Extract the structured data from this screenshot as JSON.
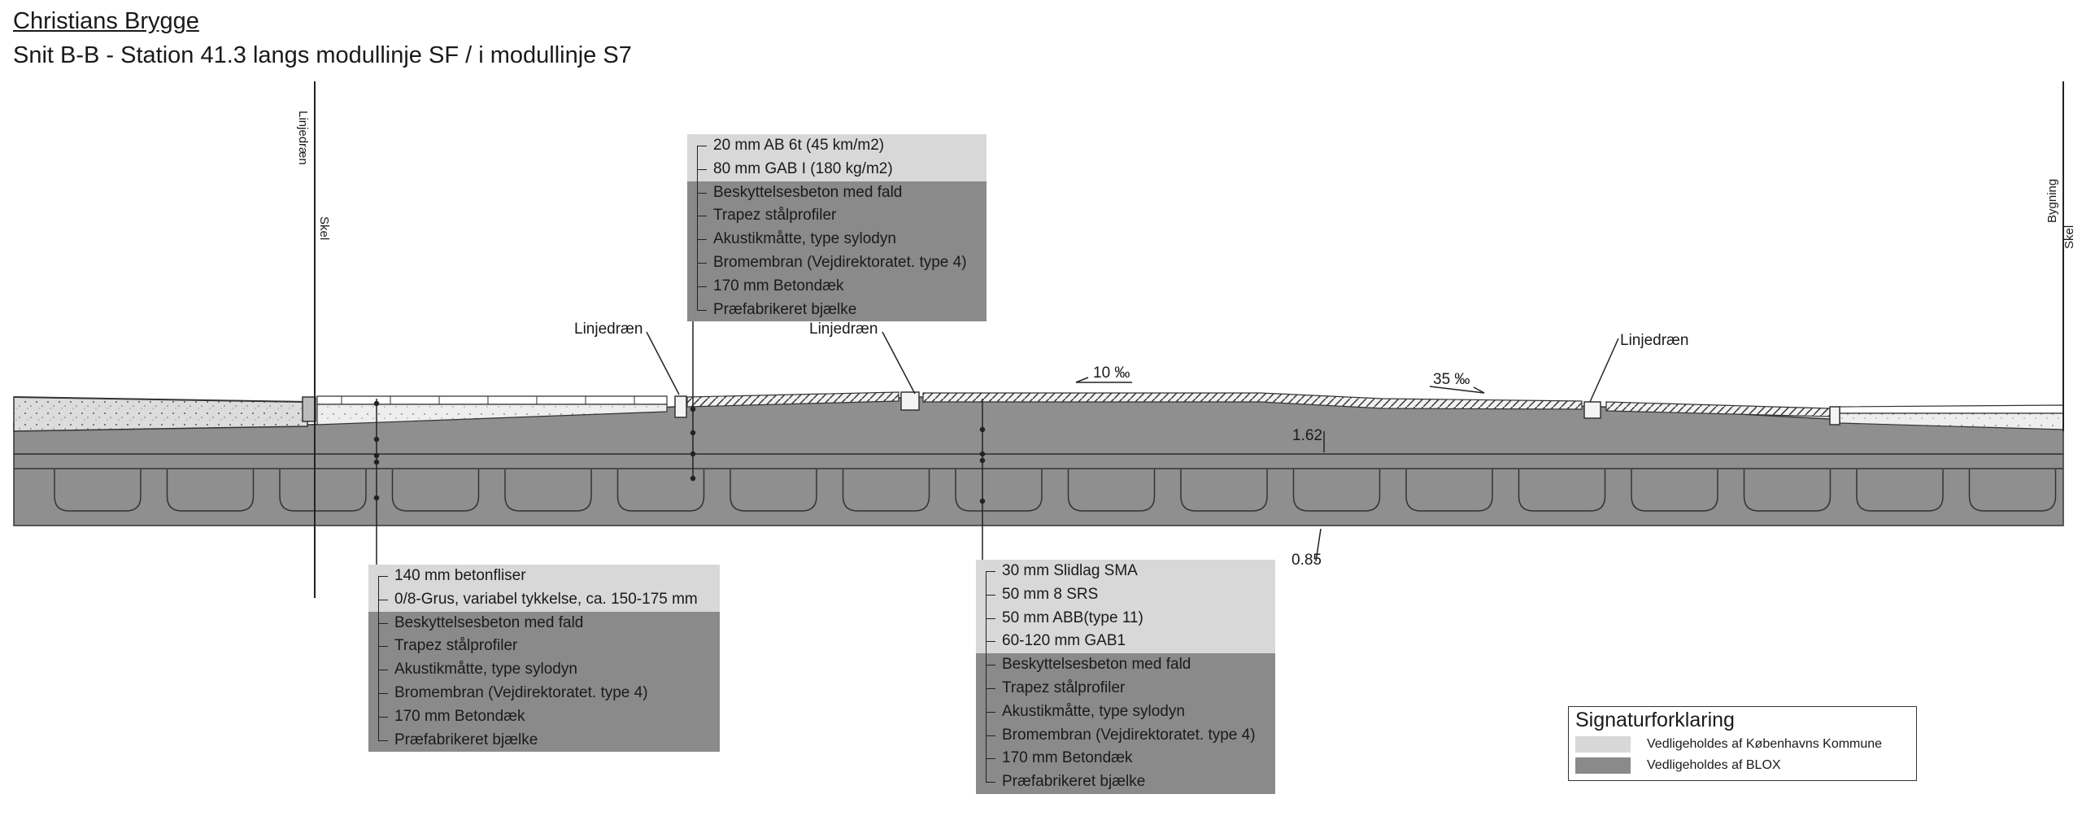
{
  "title": "Christians Brygge",
  "subtitle": "Snit B-B - Station 41.3 langs modullinje SF / i modullinje S7",
  "vertical_labels": {
    "linjedraen_left": "Linjedræn",
    "skel_left": "Skel",
    "bygning_right": "Bygning",
    "skel_right": "Skel"
  },
  "callouts": {
    "linjedraen_1": "Linjedræn",
    "linjedraen_2": "Linjedræn",
    "linjedraen_3": "Linjedræn",
    "slope_1": "10 ‰",
    "slope_2": "35 ‰",
    "dim_1": "1.62",
    "dim_2": "0.85"
  },
  "layer_boxes": {
    "top": {
      "light": [
        "20 mm AB 6t (45 km/m2)",
        "80 mm GAB I (180 kg/m2)"
      ],
      "dark": [
        "Beskyttelsesbeton med fald",
        "Trapez stålprofiler",
        "Akustikmåtte, type sylodyn",
        "Bromembran (Vejdirektoratet. type 4)",
        "170 mm Betondæk",
        "Præfabrikeret bjælke"
      ]
    },
    "left": {
      "light": [
        "140 mm betonfliser",
        "0/8-Grus, variabel tykkelse, ca. 150-175 mm"
      ],
      "dark": [
        "Beskyttelsesbeton med fald",
        "Trapez stålprofiler",
        "Akustikmåtte, type sylodyn",
        "Bromembran (Vejdirektoratet. type 4)",
        "170 mm Betondæk",
        "Præfabrikeret bjælke"
      ]
    },
    "right": {
      "light": [
        "30 mm Slidlag SMA",
        "50 mm 8 SRS",
        "50 mm ABB(type 11)",
        "60-120 mm GAB1"
      ],
      "dark": [
        "Beskyttelsesbeton med fald",
        "Trapez stålprofiler",
        "Akustikmåtte, type sylodyn",
        "Bromembran (Vejdirektoratet. type 4)",
        "170 mm Betondæk",
        "Præfabrikeret bjælke"
      ]
    }
  },
  "legend": {
    "title": "Signaturforklaring",
    "items": [
      {
        "label": "Vedligeholdes af Københavns Kommune",
        "color": "#d8d8d8"
      },
      {
        "label": "Vedligeholdes af BLOX",
        "color": "#8a8a8a"
      }
    ]
  },
  "colors": {
    "light_zone": "#d8d8d8",
    "dark_zone": "#8a8a8a",
    "deck": "#8f8f8f"
  }
}
